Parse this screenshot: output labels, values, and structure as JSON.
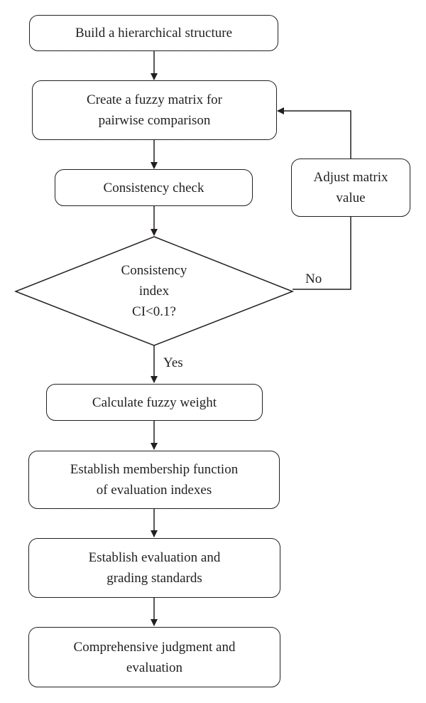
{
  "flowchart": {
    "steps": {
      "build_structure": [
        "Build a hierarchical structure"
      ],
      "create_matrix": [
        "Create a fuzzy matrix for",
        "pairwise comparison"
      ],
      "consistency_check": [
        "Consistency check"
      ],
      "calculate_weight": [
        "Calculate fuzzy weight"
      ],
      "membership_function": [
        "Establish membership function",
        "of evaluation indexes"
      ],
      "grading_standards": [
        "Establish evaluation and",
        "grading standards"
      ],
      "judgment": [
        "Comprehensive judgment and",
        "evaluation"
      ],
      "adjust_matrix": [
        "Adjust matrix",
        "value"
      ]
    },
    "decision": [
      "Consistency",
      "index",
      "CI<0.1?"
    ],
    "edge_labels": {
      "yes": "Yes",
      "no": "No"
    }
  }
}
